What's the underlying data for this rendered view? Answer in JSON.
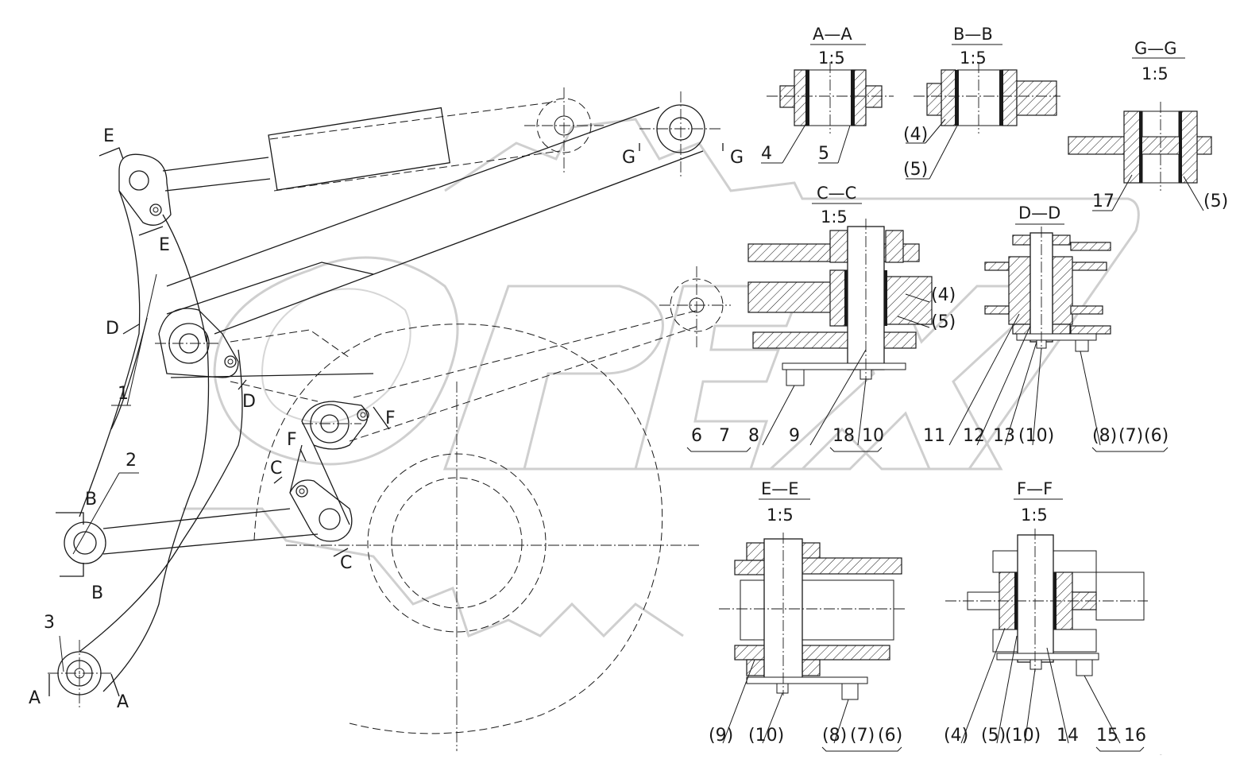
{
  "watermark": "OPEX",
  "section_titles": [
    {
      "name": "A—A",
      "scale": "1:5"
    },
    {
      "name": "B—B",
      "scale": "1:5"
    },
    {
      "name": "G—G",
      "scale": "1:5"
    },
    {
      "name": "C—C",
      "scale": "1:5"
    },
    {
      "name": "D—D",
      "scale": "1:5"
    },
    {
      "name": "E—E",
      "scale": "1:5"
    },
    {
      "name": "F—F",
      "scale": "1:5"
    }
  ],
  "cut_markers": [
    "E",
    "E",
    "D",
    "D",
    "F",
    "F",
    "C",
    "C",
    "B",
    "B",
    "A",
    "A",
    "G",
    "G"
  ],
  "part_labels": {
    "main": [
      "1",
      "2",
      "3"
    ],
    "aa": [
      "4",
      "5"
    ],
    "bb": [
      "(4)",
      "(5)"
    ],
    "gg": [
      "17",
      "(5)"
    ],
    "cc_side": [
      "(4)",
      "(5)"
    ],
    "cc": [
      "6",
      "7",
      "8",
      "9",
      "18",
      "10"
    ],
    "dd": [
      "11",
      "12",
      "13",
      "(10)",
      "(8)",
      "(7)",
      "(6)"
    ],
    "ee": [
      "(9)",
      "(10)",
      "(8)",
      "(7)",
      "(6)"
    ],
    "ff": [
      "(4)",
      "(5)",
      "(10)",
      "14",
      "15",
      "16"
    ]
  }
}
